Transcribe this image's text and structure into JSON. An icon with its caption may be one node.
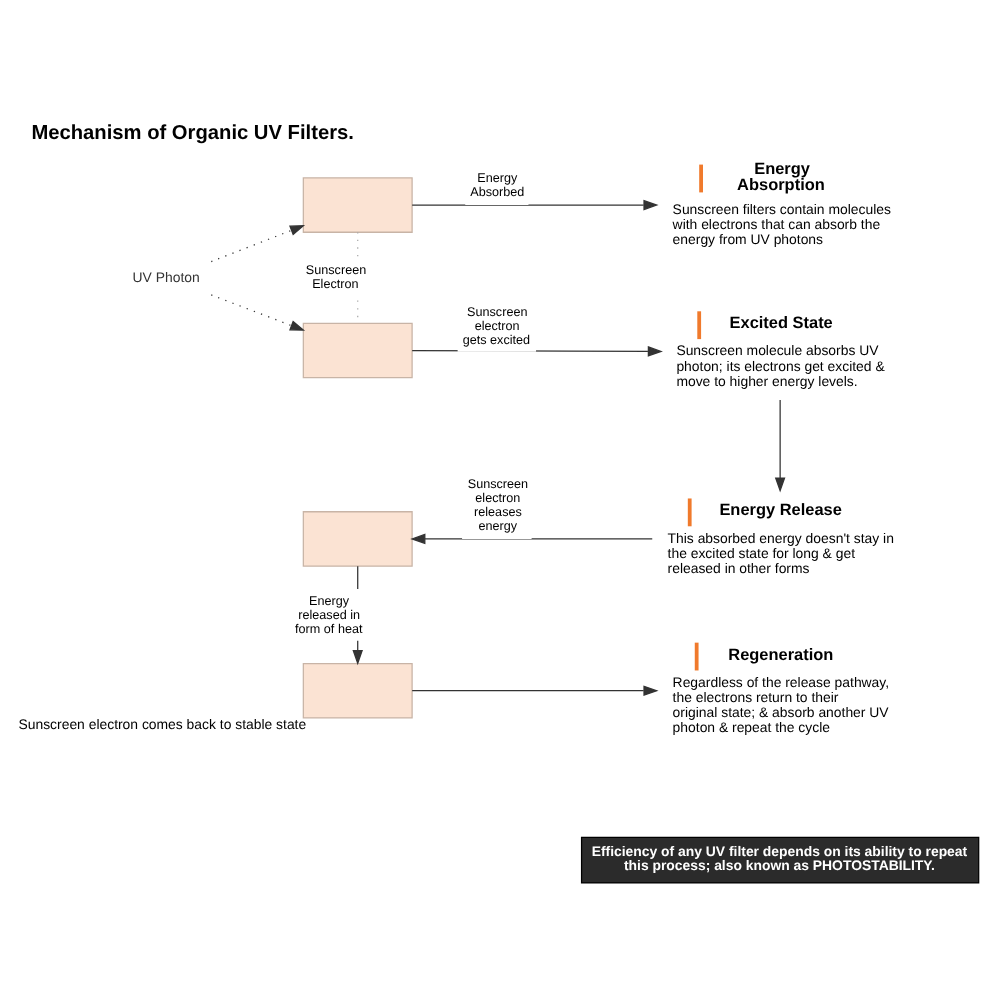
{
  "diagram": {
    "title": "Mechanism of Organic UV Filters.",
    "caption": "Efficiency of any UV filter depends on its ability to repeat this process; also known as PHOTOSTABILITY.",
    "nodes": [
      {
        "text": [
          "UV Photon"
        ]
      },
      {
        "text": [],
        "shape": "box"
      },
      {
        "text": [],
        "shape": "box"
      },
      {
        "text": [
          "Energy Absorption",
          "Sunscreen filters contain molecules with electrons that can absorb the energy from UV photons"
        ]
      },
      {
        "text": [
          "Excited State",
          "Sunscreen molecule absorbs UV photon; its electrons get excited & move to higher energy levels."
        ]
      },
      {
        "text": [
          "Energy Release",
          "This absorbed energy doesn't stay in the excited state for long & get released in other forms"
        ]
      },
      {
        "text": [],
        "shape": "box"
      },
      {
        "text": [],
        "shape": "box",
        "beside": [
          "Sunscreen electron comes back to stable state"
        ]
      },
      {
        "text": [
          "Regeneration",
          "Regardless of the release pathway, the electrons return to their original state; & absorb another UV photon & repeat the cycle"
        ]
      }
    ],
    "edges": [
      {
        "from": 0,
        "to": 1,
        "arrow": "to",
        "style": "dashed"
      },
      {
        "from": 0,
        "to": 2,
        "arrow": "to",
        "style": "dashed"
      },
      {
        "from": 1,
        "to": 2,
        "arrow": "none",
        "style": "dashed",
        "color": "#aaaaaa",
        "label": "Sunscreen Electron"
      },
      {
        "from": 1,
        "to": 3,
        "arrow": "to",
        "label": "Energy Absorbed"
      },
      {
        "from": 2,
        "to": 4,
        "arrow": "to",
        "label": "Sunscreen electron gets excited"
      },
      {
        "from": 4,
        "to": 5,
        "arrow": "to"
      },
      {
        "from": 5,
        "to": 6,
        "arrow": "to",
        "label": "Sunscreen electron releases energy"
      },
      {
        "from": 6,
        "to": 7,
        "arrow": "to",
        "label": "Energy released in form of heat"
      },
      {
        "from": 7,
        "to": 8,
        "arrow": "to"
      }
    ]
  }
}
